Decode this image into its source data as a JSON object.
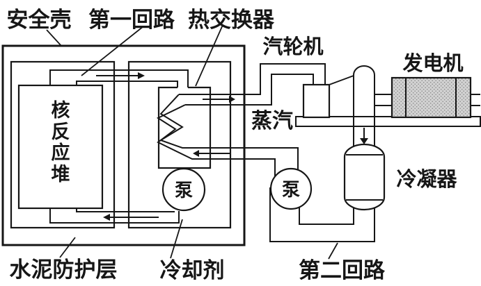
{
  "labels": {
    "containment_shell": "安全壳",
    "primary_loop": "第一回路",
    "heat_exchanger": "热交换器",
    "steam_turbine": "汽轮机",
    "generator": "发电机",
    "steam": "蒸汽",
    "reactor_chars": [
      "核",
      "反",
      "应",
      "堆"
    ],
    "pump": "泵",
    "condenser": "冷凝器",
    "concrete_shield": "水泥防护层",
    "coolant": "冷却剂",
    "secondary_loop": "第二回路"
  },
  "arrows": [
    {
      "name": "primary-hot-leg",
      "direction": "right"
    },
    {
      "name": "steam-to-turbine",
      "direction": "right"
    },
    {
      "name": "condensate-return",
      "direction": "left"
    },
    {
      "name": "primary-cold-leg",
      "direction": "left"
    },
    {
      "name": "turbine-exhaust-to-condenser",
      "direction": "down"
    }
  ],
  "colors": {
    "ink": "#161616",
    "background": "#ffffff",
    "generator_fill": "#d2d2d2",
    "generator_dot": "#8c8c8c"
  }
}
